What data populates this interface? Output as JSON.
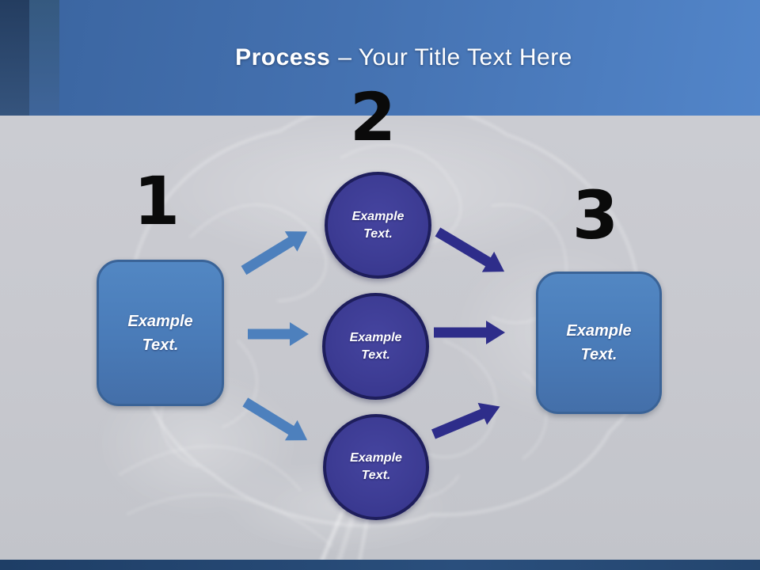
{
  "header": {
    "title_primary": "Process",
    "title_secondary": "– Your Title Text Here"
  },
  "diagram": {
    "step_numbers": [
      "1",
      "2",
      "3"
    ],
    "left_box": {
      "text": "Example\nText."
    },
    "right_box": {
      "text": "Example\nText."
    },
    "circles": [
      {
        "text": "Example\nText."
      },
      {
        "text": "Example\nText."
      },
      {
        "text": "Example\nText."
      }
    ]
  },
  "colors": {
    "header_blue": "#4674b4",
    "header_stripe_dark": "#2d4a72",
    "header_stripe_medium": "#3a5f92",
    "background_gray": "#c7c8ce",
    "box_blue": "#4a7cb9",
    "box_border": "#3a6397",
    "circle_indigo": "#3d3c94",
    "circle_border": "#1e1e5c",
    "arrow_steel_blue": "#4d80bd",
    "arrow_dark_indigo": "#2e2d8a",
    "number_black": "#0a0a0a",
    "footer_navy": "#21426c",
    "title_white": "#ffffff"
  }
}
